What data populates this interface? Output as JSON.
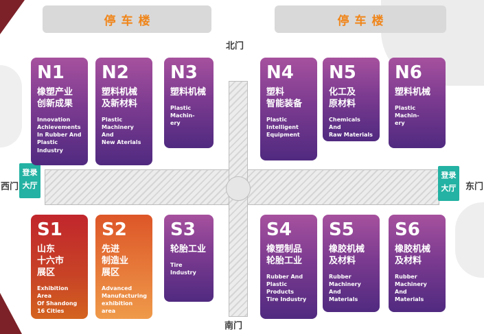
{
  "venue": {
    "parking_left": "停车楼",
    "parking_right": "停车楼",
    "gate_north": "北门",
    "gate_south": "南门",
    "gate_west": "西门",
    "gate_east": "东门",
    "login_left": "登录\n大厅",
    "login_right": "登录\n大厅"
  },
  "halls": [
    {
      "id": "N1",
      "theme": "purple",
      "title": "橡塑产业\n创新成果",
      "subtitle": "Innovation\nAchievements\nIn Rubber And\nPlastic\nIndustry"
    },
    {
      "id": "N2",
      "theme": "purple",
      "title": "塑料机械\n及新材料",
      "subtitle": "Plastic\nMachinery\nAnd\nNew Aterials"
    },
    {
      "id": "N3",
      "theme": "purple",
      "title": "塑料机械",
      "subtitle": "Plastic Machin-\nery"
    },
    {
      "id": "N4",
      "theme": "purple",
      "title": "塑料\n智能装备",
      "subtitle": "Plastic\nIntelligent\nEquipment"
    },
    {
      "id": "N5",
      "theme": "purple",
      "title": "化工及\n原材料",
      "subtitle": "Chemicals And\nRaw Materials"
    },
    {
      "id": "N6",
      "theme": "purple",
      "title": "塑料机械",
      "subtitle": "Plastic Machin-\nery"
    },
    {
      "id": "S1",
      "theme": "red",
      "title": "山东\n十六市\n展区",
      "subtitle": "Exhibition Area\nOf Shandong\n16 Cities"
    },
    {
      "id": "S2",
      "theme": "orange",
      "title": "先进\n制造业\n展区",
      "subtitle": "Advanced\nManufacturing\nexhibition\narea"
    },
    {
      "id": "S3",
      "theme": "purple",
      "title": "轮胎工业",
      "subtitle": "Tire Industry"
    },
    {
      "id": "S4",
      "theme": "purple",
      "title": "橡塑制品\n轮胎工业",
      "subtitle": "Rubber And\nPlastic Products\nTire Industry"
    },
    {
      "id": "S5",
      "theme": "purple",
      "title": "橡胶机械\n及材料",
      "subtitle": "Rubber\nMachinery\nAnd\nMaterials"
    },
    {
      "id": "S6",
      "theme": "purple",
      "title": "橡胶机械\n及材料",
      "subtitle": "Rubber\nMachinery\nAnd\nMaterials"
    }
  ],
  "colors": {
    "purple_top": "#a6519e",
    "purple_bottom": "#502a80",
    "red_top": "#c1262c",
    "red_bottom": "#d4631f",
    "orange_top": "#dd5628",
    "orange_bottom": "#ef9a4a",
    "teal": "#23b2a3",
    "parking_gray": "#d9d9d9",
    "parking_text": "#f08519",
    "corner_wedge": "#7c2128"
  }
}
